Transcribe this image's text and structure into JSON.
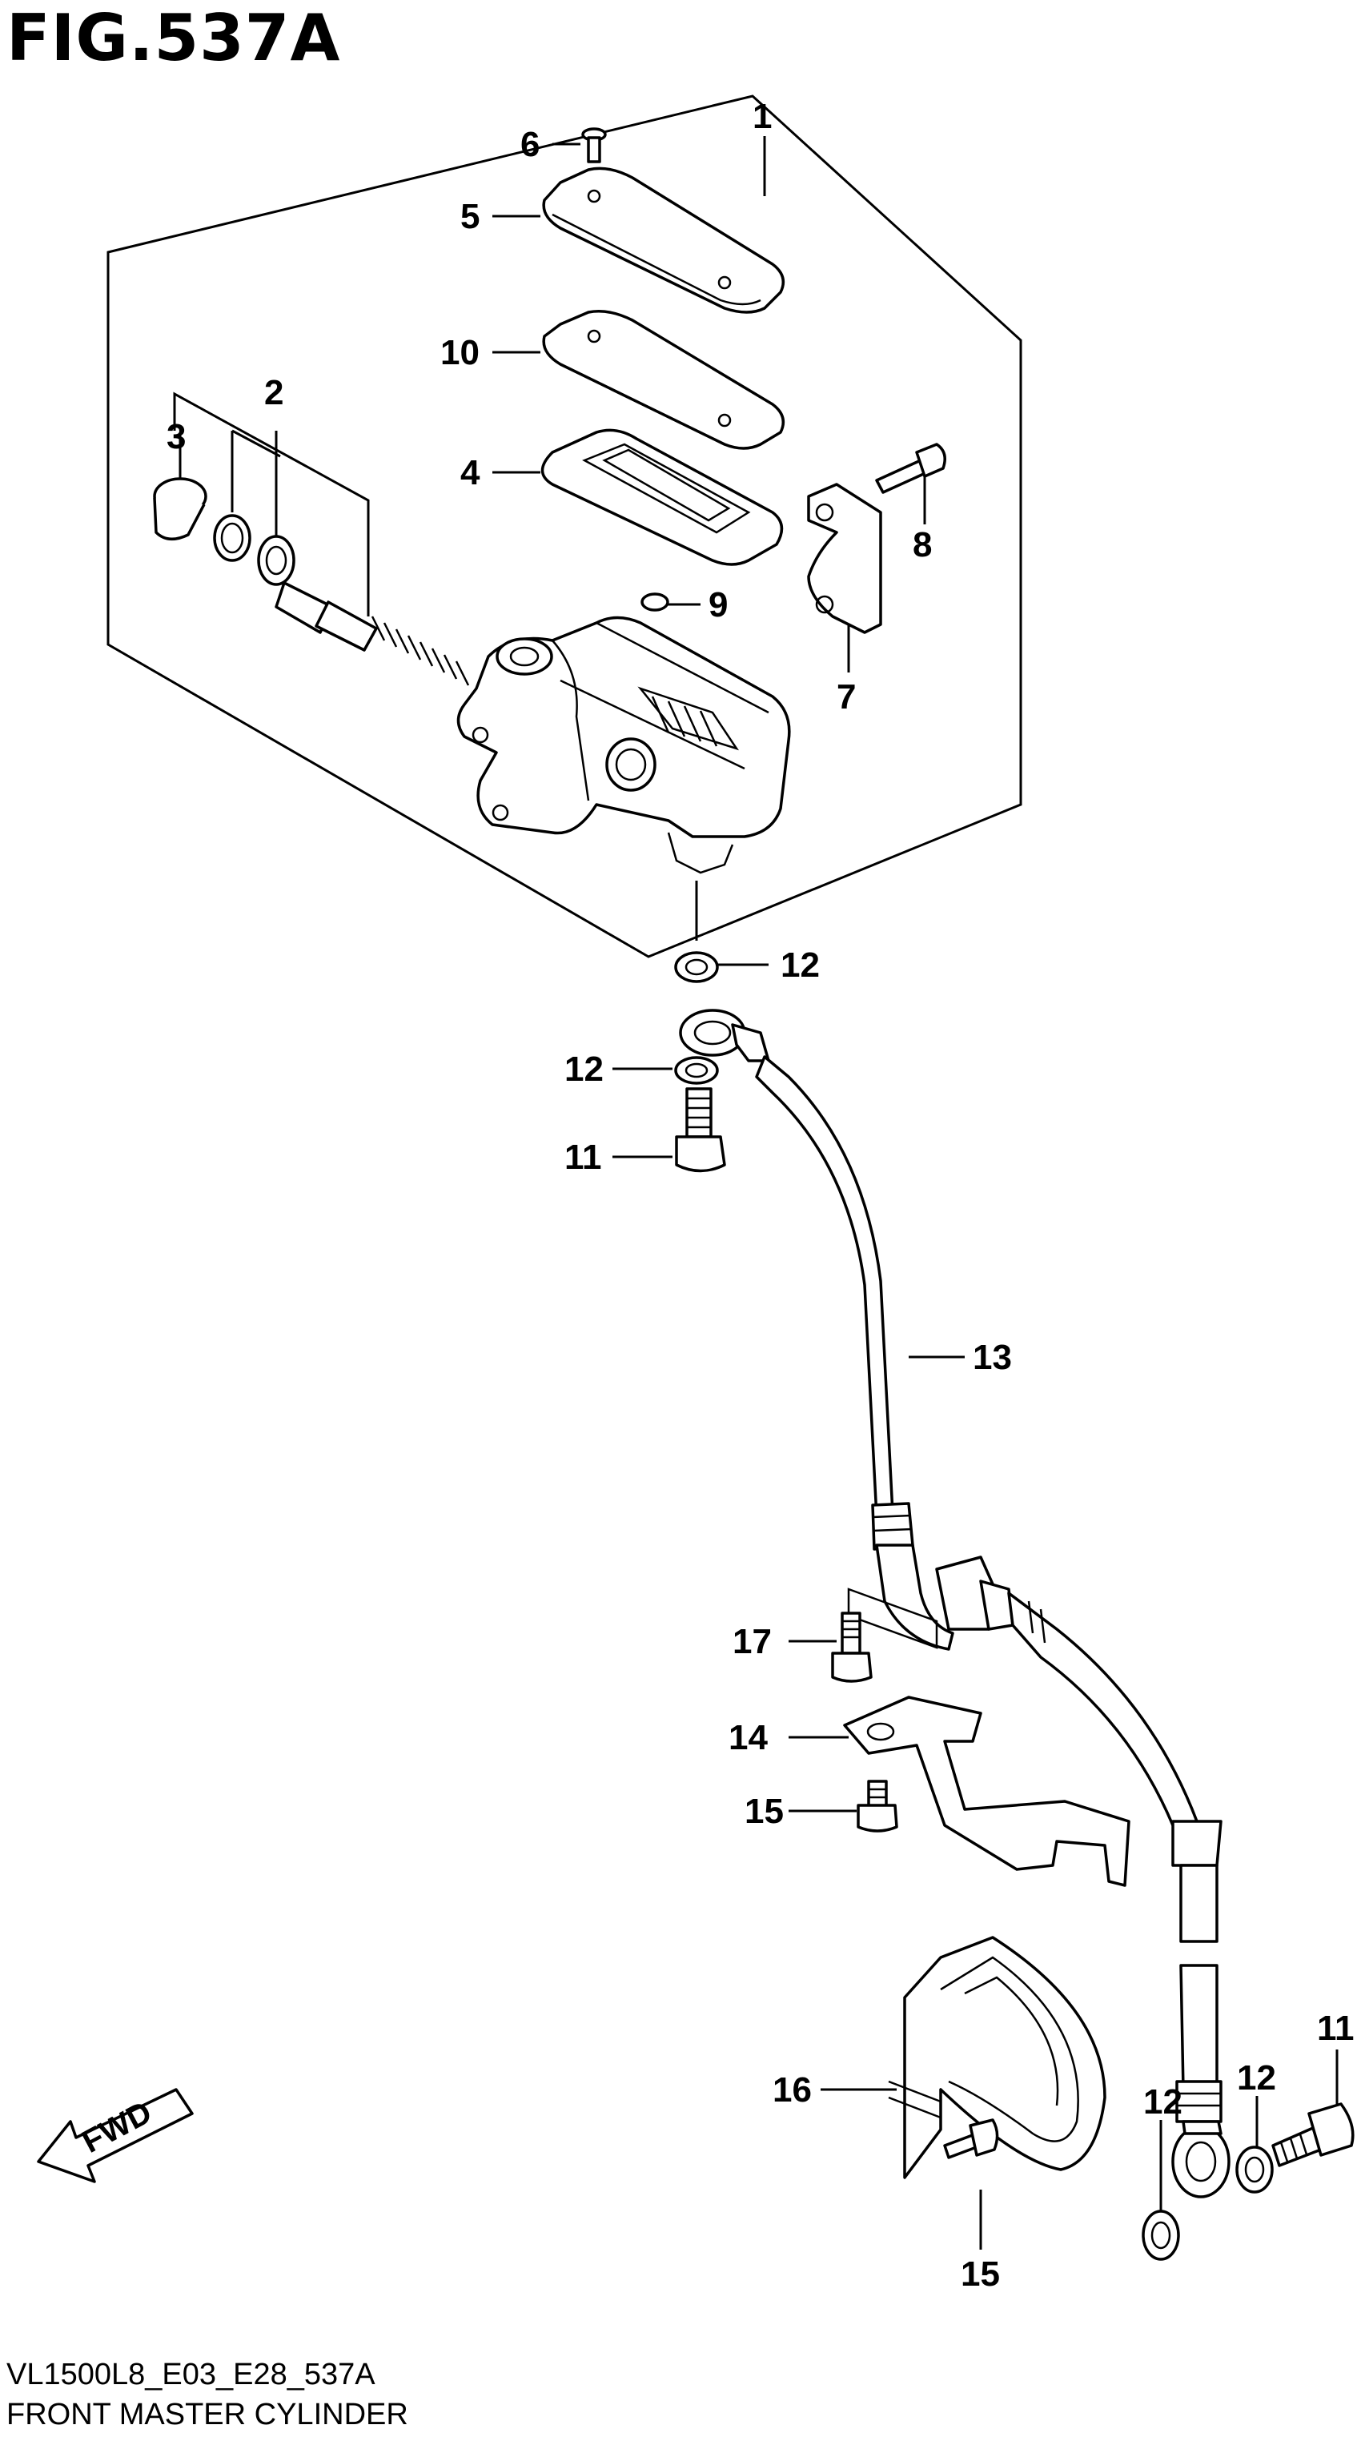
{
  "figure": {
    "title": "FIG.537A",
    "code": "VL1500L8_E03_E28_537A",
    "name": "FRONT MASTER CYLINDER"
  },
  "callouts": [
    "1",
    "2",
    "3",
    "4",
    "5",
    "6",
    "7",
    "8",
    "9",
    "10",
    "11",
    "12",
    "13",
    "14",
    "15",
    "16",
    "17"
  ],
  "fwd_label": "FWD",
  "icons": [
    "fwd-arrow-icon"
  ]
}
